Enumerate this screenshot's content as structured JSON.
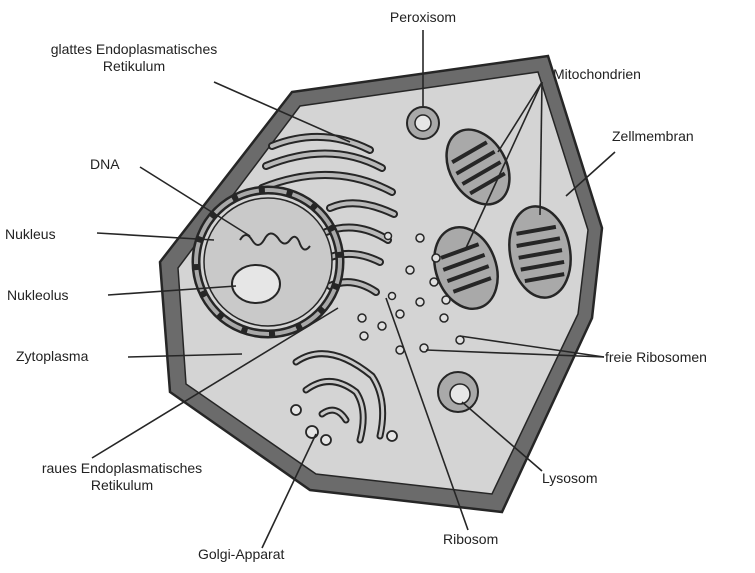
{
  "labels": {
    "peroxisome": "Peroxisom",
    "smooth_er_line1": "glattes Endoplasmatisches",
    "smooth_er_line2": "Retikulum",
    "mitochondria": "Mitochondrien",
    "cell_membrane": "Zellmembran",
    "dna": "DNA",
    "nucleus": "Nukleus",
    "nucleolus": "Nukleolus",
    "cytoplasm": "Zytoplasma",
    "free_ribosomes": "freie Ribosomen",
    "rough_er_line1": "raues Endoplasmatisches",
    "rough_er_line2": "Retikulum",
    "lysosome": "Lysosom",
    "ribosome": "Ribosom",
    "golgi": "Golgi-Apparat"
  },
  "colors": {
    "membrane": "#6b6b6b",
    "cytoplasm": "#d4d4d4",
    "organelle_fill": "#a9a9a9",
    "outline": "#262626"
  }
}
